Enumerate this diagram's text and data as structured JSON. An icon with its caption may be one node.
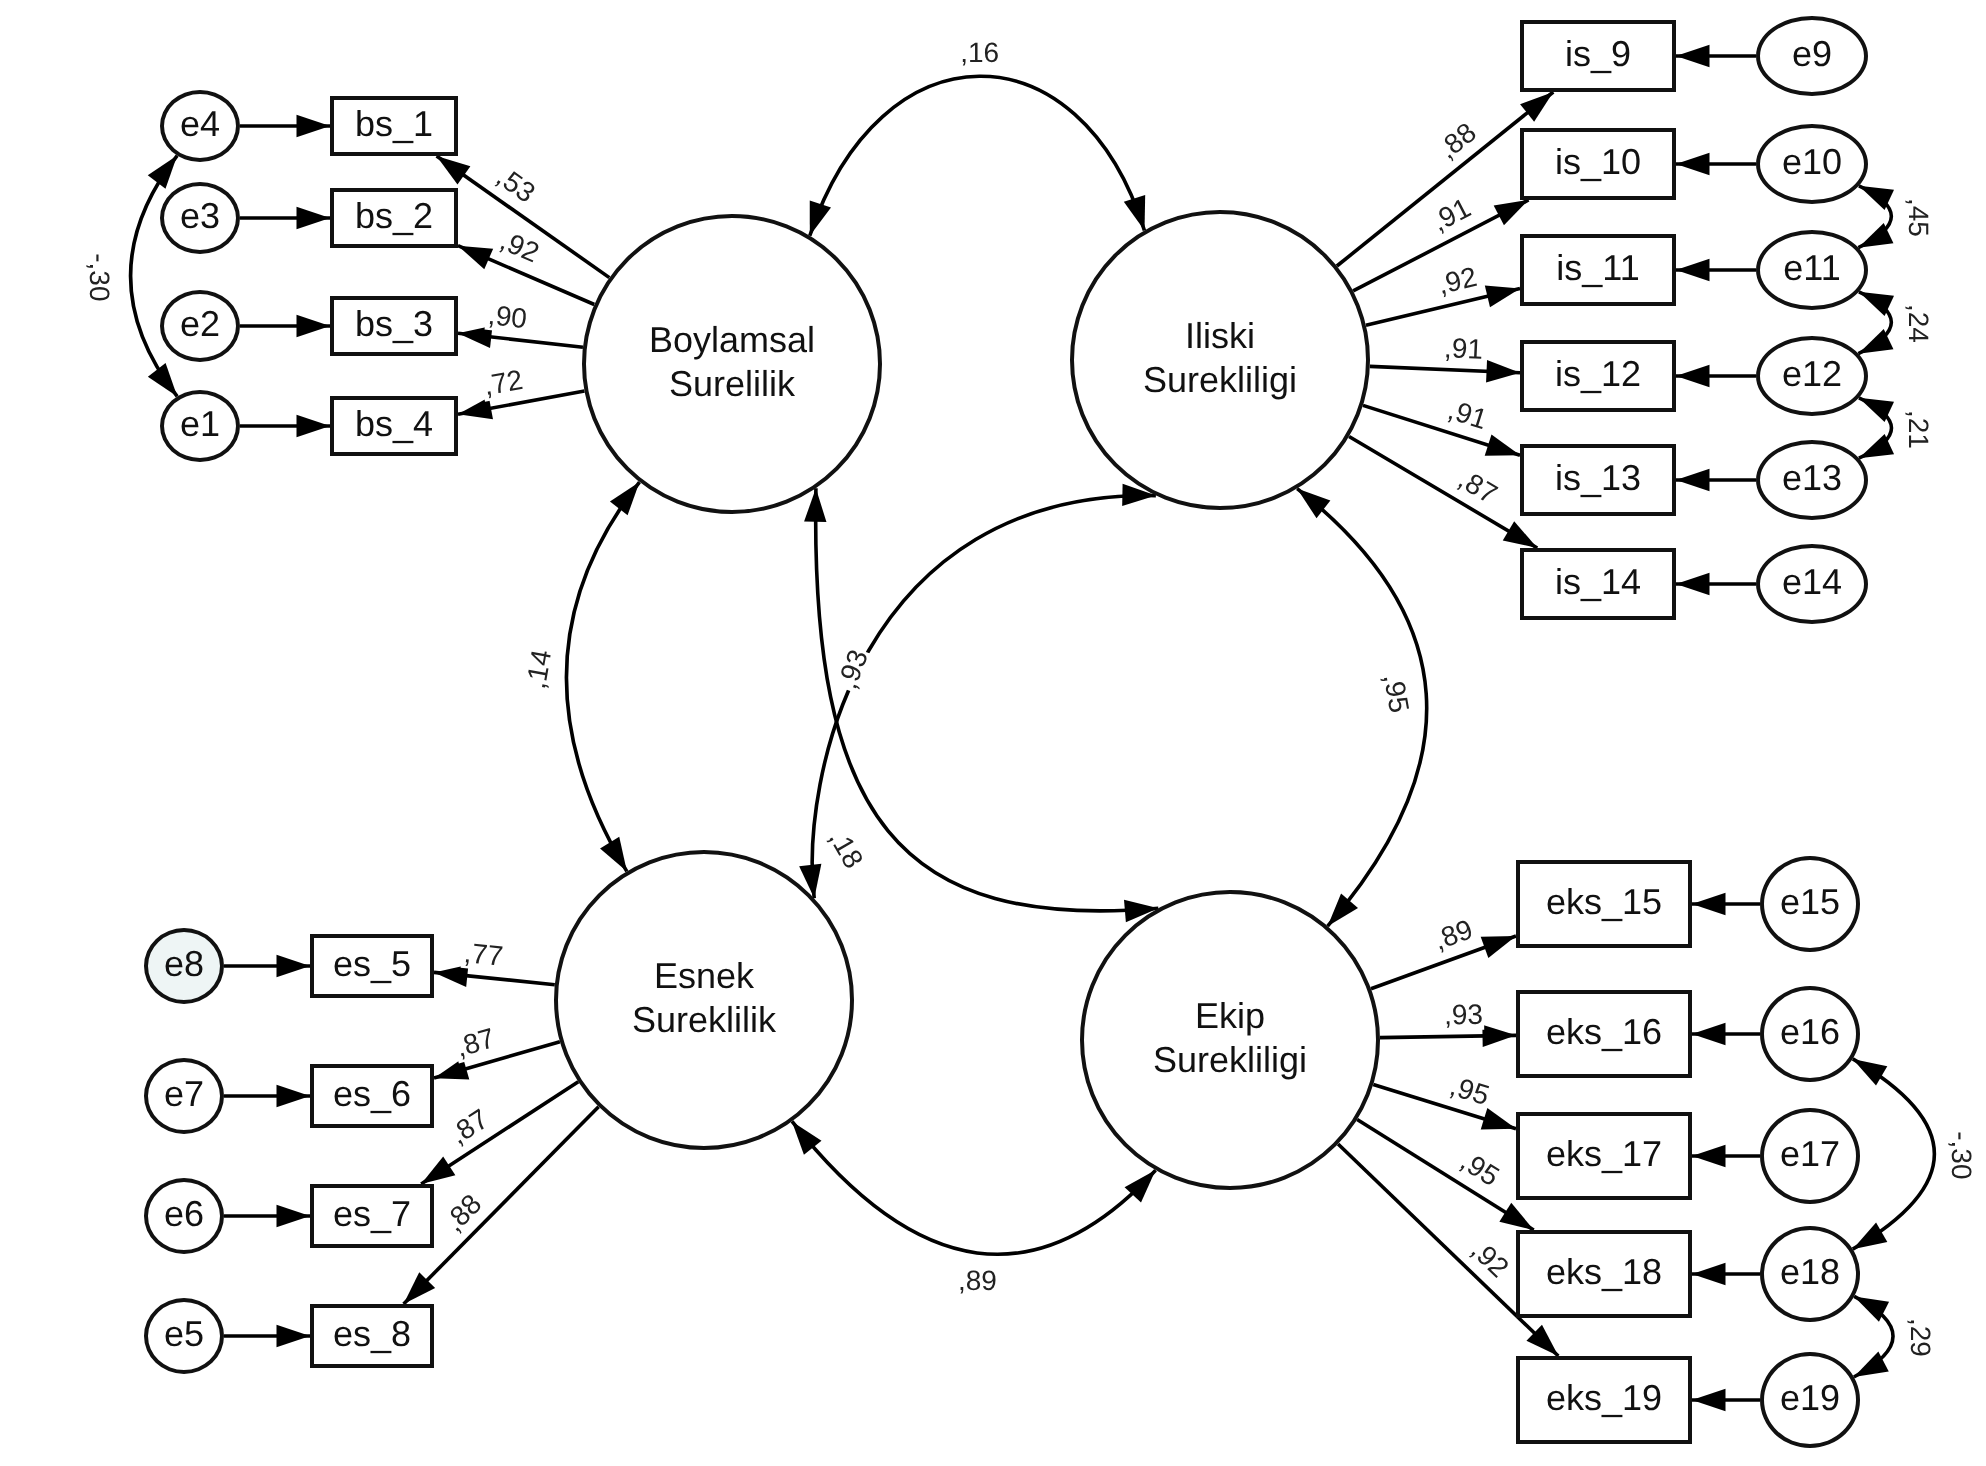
{
  "diagram": {
    "nodes": [
      {
        "text": [
          "Boylamsal Surelilik"
        ]
      },
      {
        "text": [
          "Iliski Surekliligi"
        ]
      },
      {
        "text": [
          "Esnek Sureklilik"
        ]
      },
      {
        "text": [
          "Ekip Surekliligi"
        ]
      },
      {
        "text": [
          "bs_1"
        ]
      },
      {
        "text": [
          "bs_2"
        ]
      },
      {
        "text": [
          "bs_3"
        ]
      },
      {
        "text": [
          "bs_4"
        ]
      },
      {
        "text": [
          "e4"
        ]
      },
      {
        "text": [
          "e3"
        ]
      },
      {
        "text": [
          "e2"
        ]
      },
      {
        "text": [
          "e1"
        ]
      },
      {
        "text": [
          "is_9"
        ]
      },
      {
        "text": [
          "is_10"
        ]
      },
      {
        "text": [
          "is_11"
        ]
      },
      {
        "text": [
          "is_12"
        ]
      },
      {
        "text": [
          "is_13"
        ]
      },
      {
        "text": [
          "is_14"
        ]
      },
      {
        "text": [
          "e9"
        ]
      },
      {
        "text": [
          "e10"
        ]
      },
      {
        "text": [
          "e11"
        ]
      },
      {
        "text": [
          "e12"
        ]
      },
      {
        "text": [
          "e13"
        ]
      },
      {
        "text": [
          "e14"
        ]
      },
      {
        "text": [
          "es_5"
        ]
      },
      {
        "text": [
          "es_6"
        ]
      },
      {
        "text": [
          "es_7"
        ]
      },
      {
        "text": [
          "es_8"
        ]
      },
      {
        "text": [
          "e8"
        ]
      },
      {
        "text": [
          "e7"
        ]
      },
      {
        "text": [
          "e6"
        ]
      },
      {
        "text": [
          "e5"
        ]
      },
      {
        "text": [
          "eks_15"
        ]
      },
      {
        "text": [
          "eks_16"
        ]
      },
      {
        "text": [
          "eks_17"
        ]
      },
      {
        "text": [
          "eks_18"
        ]
      },
      {
        "text": [
          "eks_19"
        ]
      },
      {
        "text": [
          "e15"
        ]
      },
      {
        "text": [
          "e16"
        ]
      },
      {
        "text": [
          "e17"
        ]
      },
      {
        "text": [
          "e18"
        ]
      },
      {
        "text": [
          "e19"
        ]
      }
    ],
    "edges": [
      {
        "from": 0,
        "to": 1,
        "arrow": "both",
        "label": ",16"
      },
      {
        "from": 0,
        "to": 2,
        "arrow": "both",
        "label": ",14"
      },
      {
        "from": 0,
        "to": 3,
        "arrow": "both",
        "label": ",93"
      },
      {
        "from": 1,
        "to": 2,
        "arrow": "both",
        "label": ",18"
      },
      {
        "from": 1,
        "to": 3,
        "arrow": "both",
        "label": ",95"
      },
      {
        "from": 2,
        "to": 3,
        "arrow": "both",
        "label": ",89"
      },
      {
        "from": 8,
        "to": 4,
        "arrow": "to"
      },
      {
        "from": 9,
        "to": 5,
        "arrow": "to"
      },
      {
        "from": 10,
        "to": 6,
        "arrow": "to"
      },
      {
        "from": 11,
        "to": 7,
        "arrow": "to"
      },
      {
        "from": 0,
        "to": 4,
        "arrow": "to",
        "label": ",53"
      },
      {
        "from": 0,
        "to": 5,
        "arrow": "to",
        "label": ",92"
      },
      {
        "from": 0,
        "to": 6,
        "arrow": "to",
        "label": ",90"
      },
      {
        "from": 0,
        "to": 7,
        "arrow": "to",
        "label": ",72"
      },
      {
        "from": 8,
        "to": 11,
        "arrow": "both",
        "label": "-,30"
      },
      {
        "from": 1,
        "to": 12,
        "arrow": "to",
        "label": ",88"
      },
      {
        "from": 1,
        "to": 13,
        "arrow": "to",
        "label": ",91"
      },
      {
        "from": 1,
        "to": 14,
        "arrow": "to",
        "label": ",92"
      },
      {
        "from": 1,
        "to": 15,
        "arrow": "to",
        "label": ",91"
      },
      {
        "from": 1,
        "to": 16,
        "arrow": "to",
        "label": ",91"
      },
      {
        "from": 1,
        "to": 17,
        "arrow": "to",
        "label": ",87"
      },
      {
        "from": 18,
        "to": 12,
        "arrow": "to"
      },
      {
        "from": 19,
        "to": 13,
        "arrow": "to"
      },
      {
        "from": 20,
        "to": 14,
        "arrow": "to"
      },
      {
        "from": 21,
        "to": 15,
        "arrow": "to"
      },
      {
        "from": 22,
        "to": 16,
        "arrow": "to"
      },
      {
        "from": 23,
        "to": 17,
        "arrow": "to"
      },
      {
        "from": 19,
        "to": 20,
        "arrow": "both",
        "label": ",45"
      },
      {
        "from": 20,
        "to": 21,
        "arrow": "both",
        "label": ",24"
      },
      {
        "from": 21,
        "to": 22,
        "arrow": "both",
        "label": ",21"
      },
      {
        "from": 2,
        "to": 24,
        "arrow": "to",
        "label": ",77"
      },
      {
        "from": 2,
        "to": 25,
        "arrow": "to",
        "label": ",87"
      },
      {
        "from": 2,
        "to": 26,
        "arrow": "to",
        "label": ",87"
      },
      {
        "from": 2,
        "to": 27,
        "arrow": "to",
        "label": ",88"
      },
      {
        "from": 28,
        "to": 24,
        "arrow": "to"
      },
      {
        "from": 29,
        "to": 25,
        "arrow": "to"
      },
      {
        "from": 30,
        "to": 26,
        "arrow": "to"
      },
      {
        "from": 31,
        "to": 27,
        "arrow": "to"
      },
      {
        "from": 3,
        "to": 32,
        "arrow": "to",
        "label": ",89"
      },
      {
        "from": 3,
        "to": 33,
        "arrow": "to",
        "label": ",93"
      },
      {
        "from": 3,
        "to": 34,
        "arrow": "to",
        "label": ",95"
      },
      {
        "from": 3,
        "to": 35,
        "arrow": "to",
        "label": ",95"
      },
      {
        "from": 3,
        "to": 36,
        "arrow": "to",
        "label": ",92"
      },
      {
        "from": 37,
        "to": 32,
        "arrow": "to"
      },
      {
        "from": 38,
        "to": 33,
        "arrow": "to"
      },
      {
        "from": 39,
        "to": 34,
        "arrow": "to"
      },
      {
        "from": 40,
        "to": 35,
        "arrow": "to"
      },
      {
        "from": 41,
        "to": 36,
        "arrow": "to"
      },
      {
        "from": 38,
        "to": 40,
        "arrow": "both",
        "label": "-,30"
      },
      {
        "from": 40,
        "to": 41,
        "arrow": "both",
        "label": ",29"
      }
    ]
  }
}
